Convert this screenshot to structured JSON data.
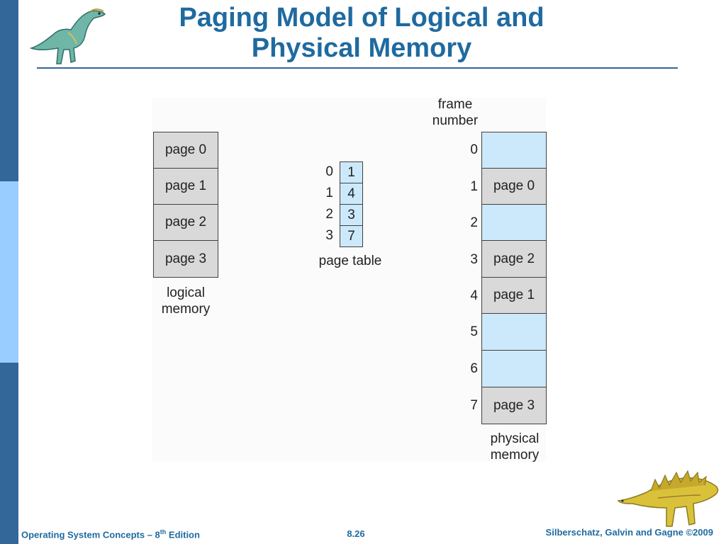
{
  "slide": {
    "title_line1": "Paging Model of Logical and",
    "title_line2": "Physical Memory",
    "colors": {
      "title": "#1f6aa0",
      "page_cell": "#d9d9d9",
      "empty_cell": "#cce9fb",
      "side_bar_dark": "#336699",
      "side_bar_light": "#99ccff"
    }
  },
  "logical_memory": {
    "pages": [
      "page 0",
      "page 1",
      "page 2",
      "page 3"
    ],
    "caption": "logical\nmemory"
  },
  "page_table": {
    "indices": [
      "0",
      "1",
      "2",
      "3"
    ],
    "frames": [
      "1",
      "4",
      "3",
      "7"
    ],
    "caption": "page table"
  },
  "physical_memory": {
    "header": "frame\nnumber",
    "frame_numbers": [
      "0",
      "1",
      "2",
      "3",
      "4",
      "5",
      "6",
      "7"
    ],
    "frames": [
      "",
      "page 0",
      "",
      "page 2",
      "page 1",
      "",
      "",
      "page 3"
    ],
    "caption": "physical\nmemory"
  },
  "footer": {
    "left_main": "Operating System Concepts – 8",
    "left_sup": "th",
    "left_end": " Edition",
    "page_number": "8.26",
    "right": "Silberschatz, Galvin and Gagne ©2009"
  },
  "icons": [
    "dinosaur-icon",
    "stegosaurus-icon"
  ]
}
